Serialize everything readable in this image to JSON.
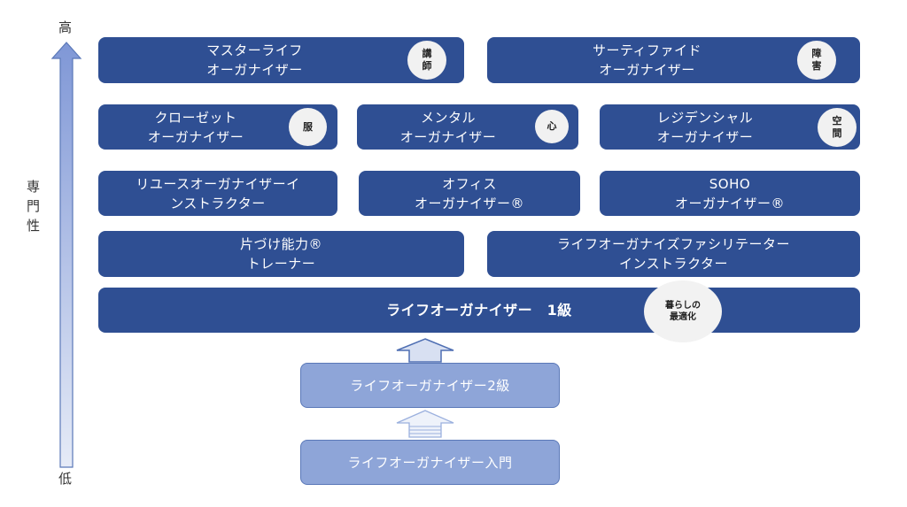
{
  "axis": {
    "high": "高",
    "low": "低",
    "label_chars": [
      "専",
      "門",
      "性"
    ]
  },
  "colors": {
    "box_dark": "#2f4f93",
    "box_light": "#8ea5d8",
    "arrow_fill": "#d8e0f2",
    "badge_bg": "#f1f1f1"
  },
  "boxes": {
    "master": {
      "line1": "マスターライフ",
      "line2": "オーガナイザー",
      "badge1": "講",
      "badge2": "師"
    },
    "certified": {
      "line1": "サーティファイド",
      "line2": "オーガナイザー",
      "badge1": "障",
      "badge2": "害"
    },
    "closet": {
      "line1": "クローゼット",
      "line2": "オーガナイザー",
      "badge": "服"
    },
    "mental": {
      "line1": "メンタル",
      "line2": "オーガナイザー",
      "badge": "心"
    },
    "residential": {
      "line1": "レジデンシャル",
      "line2": "オーガナイザー",
      "badge1": "空",
      "badge2": "間"
    },
    "reuse": {
      "line1": "リユースオーガナイザーイ",
      "line2": "ンストラクター"
    },
    "office": {
      "line1": "オフィス",
      "line2": "オーガナイザー®"
    },
    "soho": {
      "line1": "SOHO",
      "line2": "オーガナイザー®"
    },
    "katazuke": {
      "line1": "片づけ能力®",
      "line2": "トレーナー"
    },
    "facilitator": {
      "line1": "ライフオーガナイズファシリテーター",
      "line2": "インストラクター"
    },
    "grade1": {
      "label": "ライフオーガナイザー　1級",
      "badge1": "暮らしの",
      "badge2": "最適化"
    },
    "grade2": {
      "label": "ライフオーガナイザー2級"
    },
    "intro": {
      "label": "ライフオーガナイザー入門"
    }
  }
}
